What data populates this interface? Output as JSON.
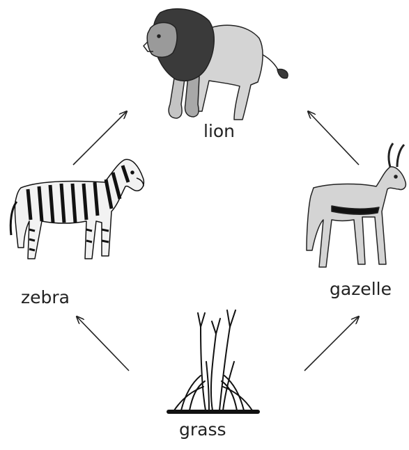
{
  "organisms": {
    "lion": "lion",
    "zebra": "zebra",
    "gazelle": "gazelle",
    "grass": "grass"
  },
  "arrows": [
    {
      "from": "grass",
      "to": "zebra"
    },
    {
      "from": "grass",
      "to": "gazelle"
    },
    {
      "from": "zebra",
      "to": "lion"
    },
    {
      "from": "gazelle",
      "to": "lion"
    }
  ],
  "colors": {
    "ink": "#222222",
    "fill_light": "#d4d4d4",
    "fill_mid": "#a8a8a8",
    "mane": "#3a3a3a"
  }
}
